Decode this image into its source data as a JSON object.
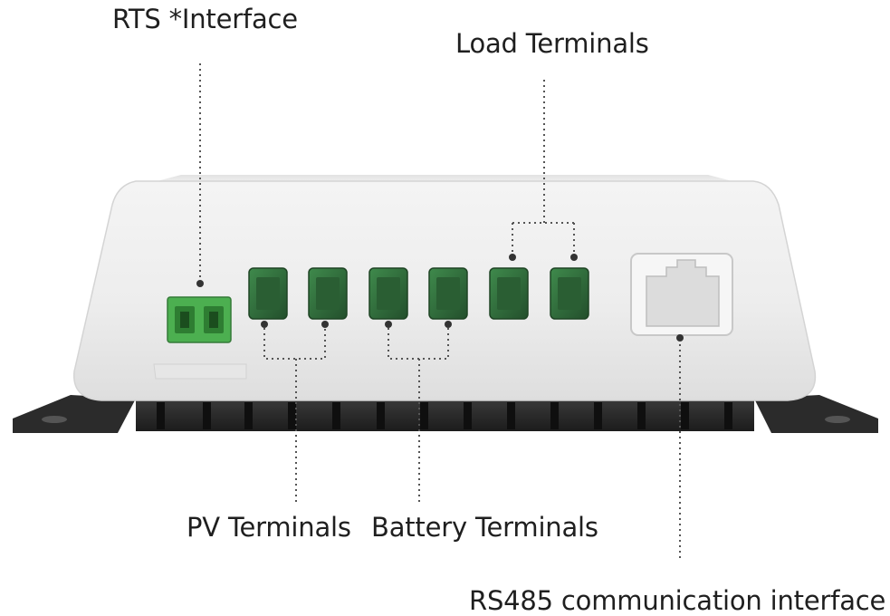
{
  "labels": {
    "rts": "RTS *Interface",
    "load": "Load Terminals",
    "pv": "PV Terminals",
    "battery": "Battery Terminals",
    "rs485": "RS485 communication interface"
  },
  "colors": {
    "housing": "#eeeeee",
    "heatsink": "#2a2a2a",
    "terminal_green": "#2f6b3a",
    "rts_connector": "#4caf50",
    "leader_line": "#555555",
    "text": "#1f1f1f"
  }
}
